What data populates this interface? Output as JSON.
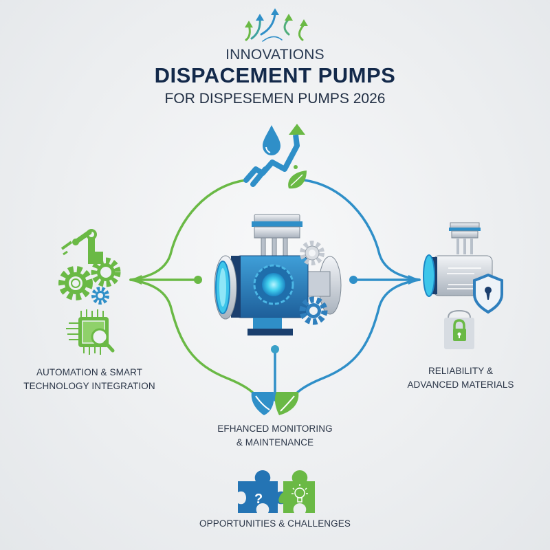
{
  "header": {
    "kicker": "INNOVATIONS",
    "title": "DISPACEMENT PUMPS",
    "subtitle": "FOR DISPESEMEN PUMPS 2026",
    "logo_icon": "rising-arrows-icon"
  },
  "top_node": {
    "icon": "water-drop-growth-arrow-icon"
  },
  "center_node": {
    "icon": "positive-displacement-pump-icon"
  },
  "nodes": [
    {
      "id": "automation",
      "label_line1": "AUTOMATION & SMART",
      "label_line2": "TECHNOLOGY INTEGRATION",
      "icons": [
        "robot-arm-icon",
        "gears-icon",
        "circuit-chip-magnifier-icon"
      ]
    },
    {
      "id": "reliability",
      "label_line1": "RELIABILITY &",
      "label_line2": "ADVANCED MATERIALS",
      "icons": [
        "pump-shield-icon",
        "padlock-icon"
      ]
    },
    {
      "id": "monitoring",
      "label_line1": "EFHANCED MONITORING",
      "label_line2": "& MAINTENANCE",
      "icons": [
        "leaves-icon"
      ]
    },
    {
      "id": "opportunities",
      "label_line1": "OPPORTUNITIES & CHALLENGES",
      "icons": [
        "puzzle-question-icon",
        "puzzle-lightbulb-icon"
      ]
    }
  ],
  "colors": {
    "green": "#6ab945",
    "blue": "#2f8fc8",
    "navy": "#13294a",
    "text": "#2a3547",
    "background": "#eceef0"
  }
}
